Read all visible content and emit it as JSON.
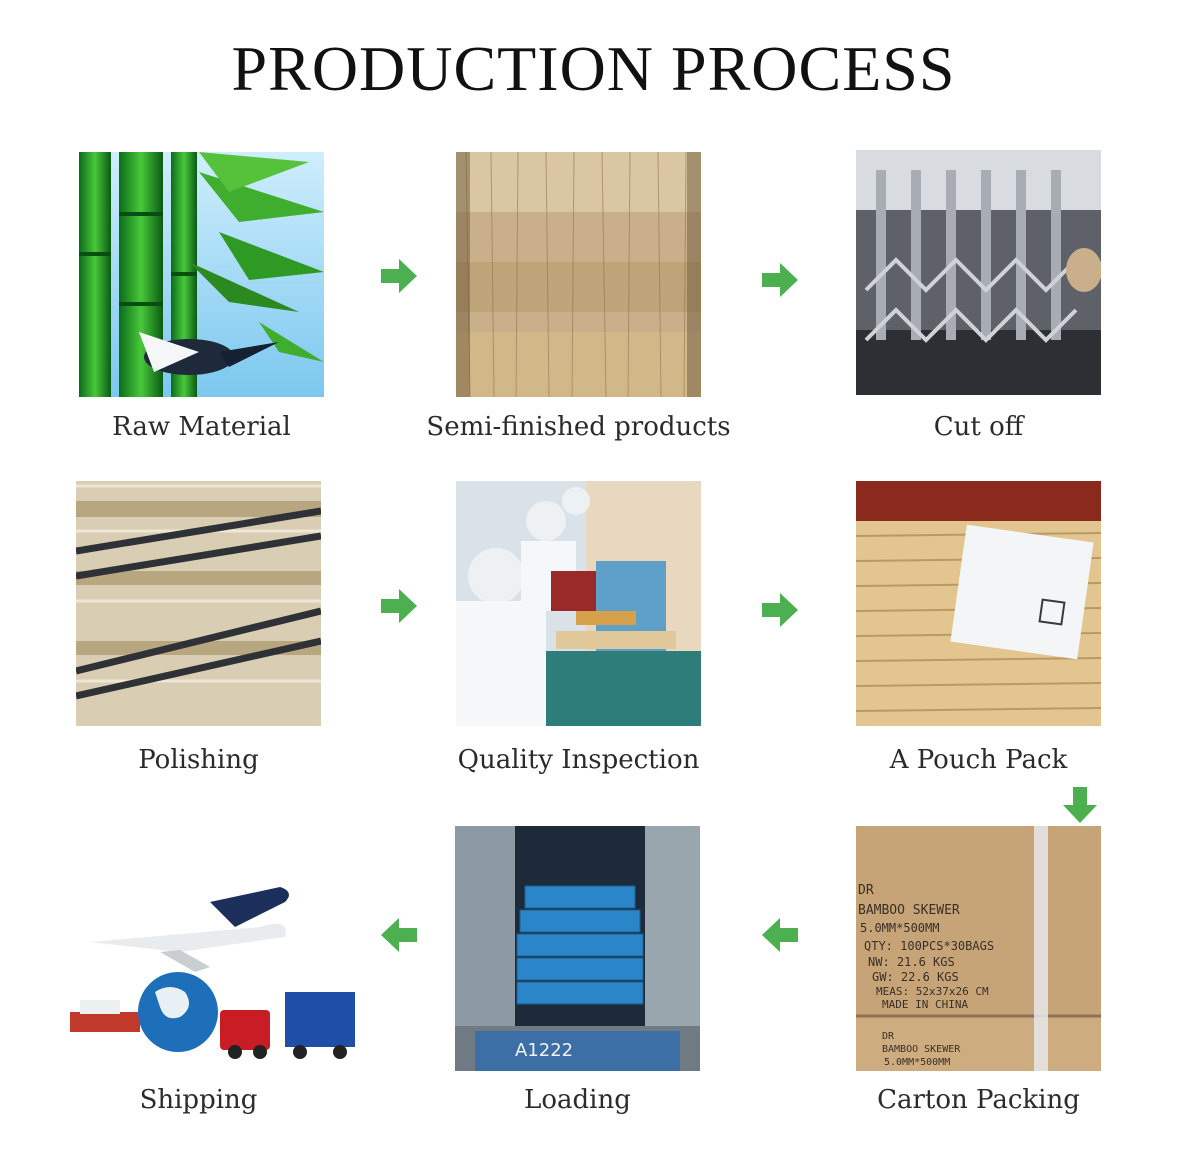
{
  "title": "PRODUCTION PROCESS",
  "steps": [
    {
      "label": "Raw Material"
    },
    {
      "label": "Semi-finished products"
    },
    {
      "label": "Cut off"
    },
    {
      "label": "Polishing"
    },
    {
      "label": "Quality Inspection"
    },
    {
      "label": "A Pouch Pack"
    },
    {
      "label": "Carton Packing"
    },
    {
      "label": "Loading"
    },
    {
      "label": "Shipping"
    }
  ],
  "carton_text": {
    "line0": "DR",
    "line1": "BAMBOO SKEWER",
    "line2": "5.0MM*500MM",
    "line3": "QTY: 100PCS*30BAGS",
    "line4": "NW:  21.6  KGS",
    "line5": "GW:  22.6  KGS",
    "line6": "MEAS: 52x37x26 CM",
    "line7": "MADE IN CHINA",
    "line8": "DR",
    "line9": "BAMBOO SKEWER",
    "line10": "5.0MM*500MM"
  },
  "truck_plate": "A1222",
  "colors": {
    "arrow": "#4caf50",
    "title": "#111111",
    "label": "#2b2b2b"
  },
  "icons": {
    "flow_arrow": "right-arrow-icon",
    "flow_arrow_left": "left-arrow-icon",
    "flow_arrow_down": "down-arrow-icon"
  }
}
